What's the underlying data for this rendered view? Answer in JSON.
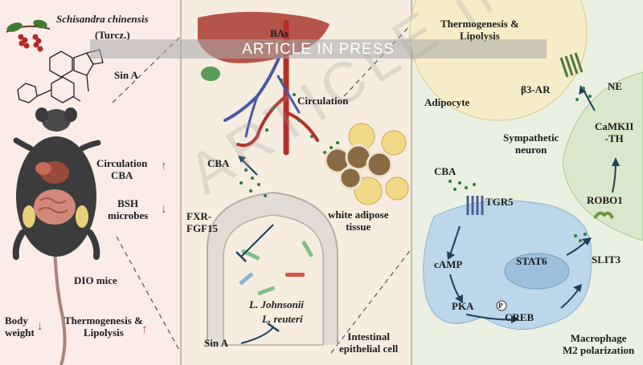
{
  "banner": "ARTICLE IN PRESS",
  "panel1": {
    "plant_name": "Schisandra chinensis",
    "plant_sub": "(Turcz.)",
    "compound": "Sin A",
    "circulation_cba": "Circulation\nCBA",
    "bsh_microbes": "BSH\nmicrobes",
    "model": "DIO mice",
    "body_weight": "Body\nweight",
    "thermogenesis": "Thermogenesis &\nLipolysis",
    "up_arrow": "↑",
    "down_arrow": "↓"
  },
  "panel2": {
    "bas": "BAs",
    "circulation": "Circulation",
    "cba": "CBA",
    "fxr": "FXR-\nFGF15",
    "wat": "white adipose\ntissue",
    "bacteria1": "L. Johnsonii",
    "bacteria2": "L. reuteri",
    "sin_a": "Sin A",
    "epithelial": "Intestinal\nepithelial cell"
  },
  "panel3": {
    "thermo": "Thermogenesis &\nLipolysis",
    "b3ar": "β3-AR",
    "ne": "NE",
    "adipocyte": "Adipocyte",
    "sympathetic": "Sympathetic\nneuron",
    "camkii": "CaMKII\n-TH",
    "cba": "CBA",
    "tgr5": "TGR5",
    "robo1": "ROBO1",
    "slit3": "SLIT3",
    "stat6": "STAT6",
    "camp": "cAMP",
    "pka": "PKA",
    "p": "P",
    "creb": "CREB",
    "macrophage": "Macrophage\nM2 polarization"
  },
  "colors": {
    "panel1_bg": "#fbece8",
    "panel2_bg": "#f6ece0",
    "panel3_bg": "#eaf1e2",
    "adipocyte": "#f6ecc8",
    "macrophage": "#bcd6ea",
    "neuron": "#d9e8cc",
    "liver": "#b5554a",
    "vessel_red": "#b52e2a",
    "vessel_blue": "#4a58a8",
    "dots": "#2f7a3a"
  }
}
